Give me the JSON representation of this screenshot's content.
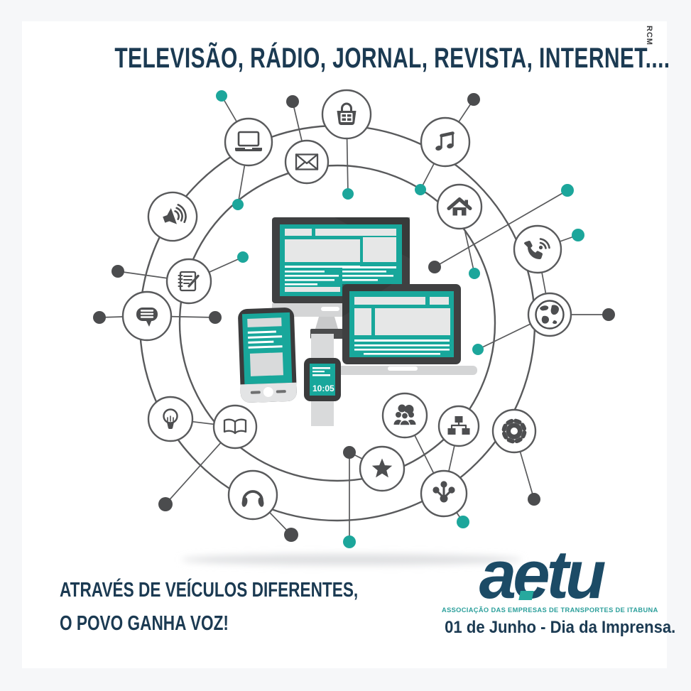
{
  "watermark": {
    "text": "RCM"
  },
  "headline": {
    "text": "TELEVISÃO, RÁDIO, JORNAL, REVISTA, INTERNET...."
  },
  "tagline": {
    "line1": "ATRAVÉS DE VEÍCULOS DIFERENTES,",
    "line2": "O POVO GANHA VOZ!"
  },
  "logo": {
    "name": "aetu",
    "subtitle": "ASSOCIAÇÃO DAS EMPRESAS DE TRANSPORTES DE ITABUNA"
  },
  "footer": {
    "date_line": "01 de Junho - Dia da Imprensa."
  },
  "illustration": {
    "watch_time": "10:05",
    "icons": [
      "laptop",
      "envelope",
      "shopping-bag",
      "music",
      "home",
      "megaphone",
      "notepad",
      "chat-bubble",
      "phone",
      "globe",
      "lightbulb",
      "book",
      "headphones",
      "people-group",
      "sitemap",
      "gear",
      "star",
      "share"
    ]
  },
  "colors": {
    "navy_text": "#1b3a52",
    "logo_navy": "#1c4b66",
    "teal": "#18a79b",
    "teal_dot": "#1ca69b",
    "icon_gray": "#4d4e50",
    "line_gray": "#595a5c",
    "page_bg": "#f6f7f9",
    "poster_bg": "#ffffff"
  }
}
